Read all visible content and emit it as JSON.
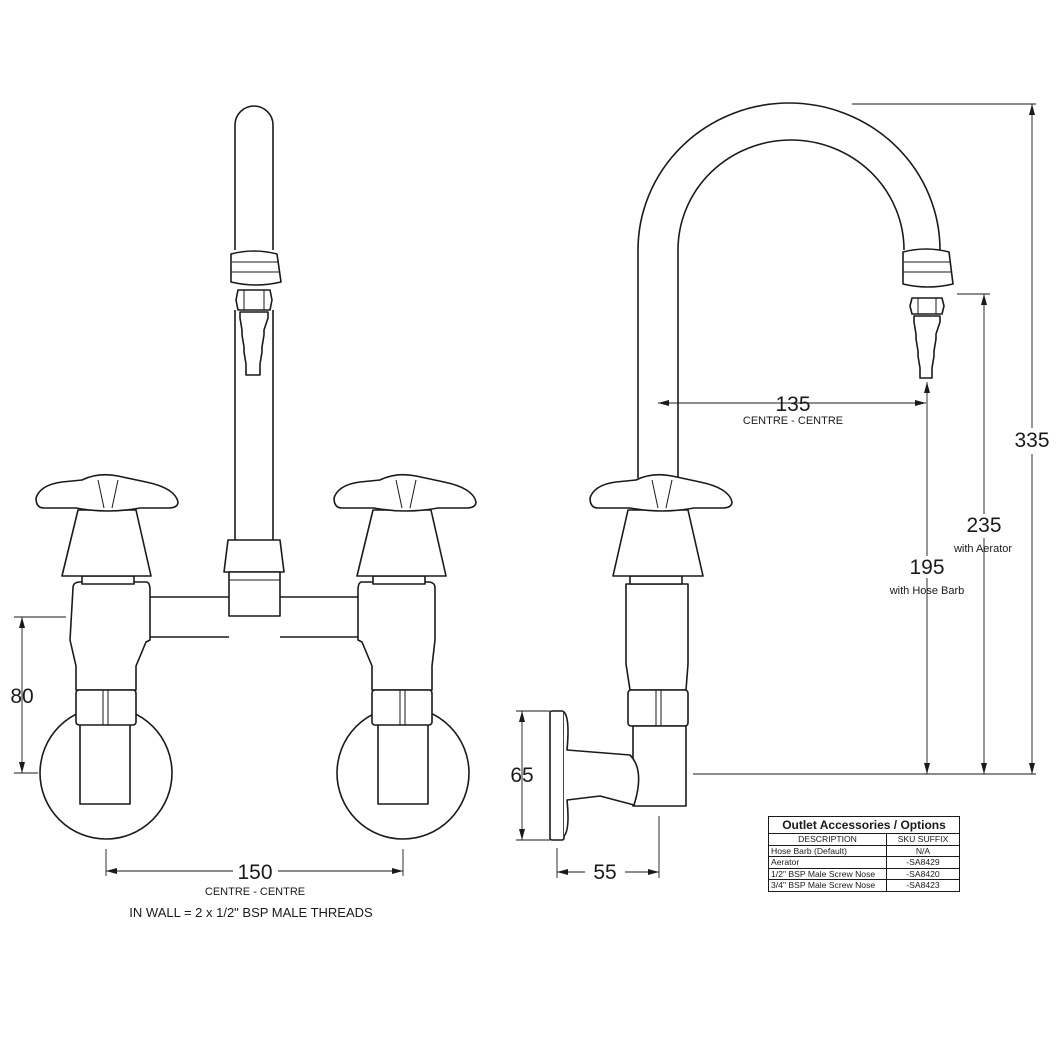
{
  "front_view": {
    "height_dim": "80",
    "width_dim": "150",
    "centre_note": "CENTRE - CENTRE",
    "thread_note": "IN WALL = 2 x 1/2\" BSP MALE THREADS"
  },
  "side_view": {
    "reach_dim": "135",
    "reach_note": "CENTRE - CENTRE",
    "overall_height_dim": "335",
    "aerator_height_dim": "235",
    "aerator_note": "with Aerator",
    "hosebarb_height_dim": "195",
    "hosebarb_note": "with Hose Barb",
    "flange_dim": "65",
    "projection_dim": "55"
  },
  "accessories_table": {
    "title": "Outlet Accessories / Options",
    "headers": [
      "DESCRIPTION",
      "SKU SUFFIX"
    ],
    "rows": [
      {
        "description": "Hose Barb (Default)",
        "sku": "N/A"
      },
      {
        "description": "Aerator",
        "sku": "-SA8429"
      },
      {
        "description": "1/2\" BSP  Male Screw Nose",
        "sku": "-SA8420"
      },
      {
        "description": "3/4\" BSP  Male Screw Nose",
        "sku": "-SA8423"
      }
    ]
  }
}
